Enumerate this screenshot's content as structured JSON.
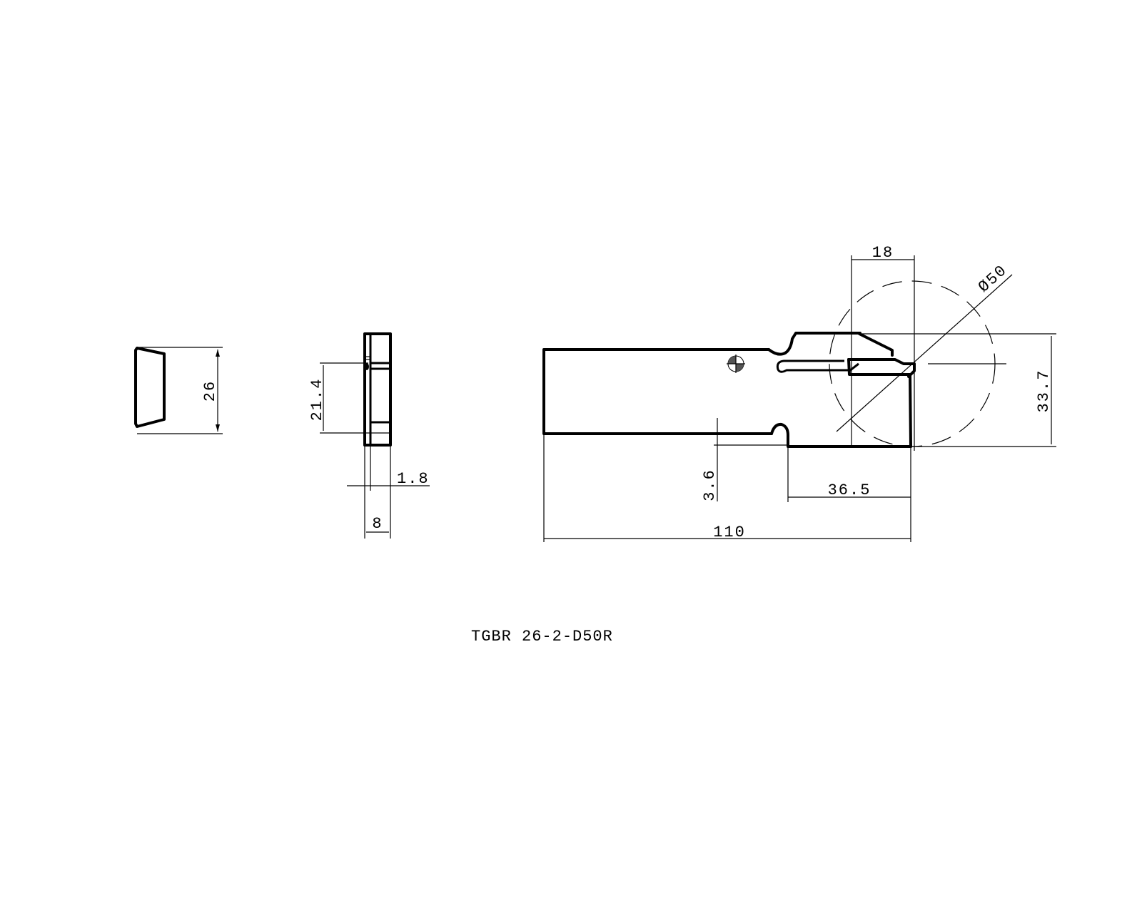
{
  "drawing": {
    "title": "TGBR 26-2-D50R",
    "views": {
      "insert_front": {
        "dimensions": {
          "height": "26"
        }
      },
      "insert_side": {
        "dimensions": {
          "depth": "21.4",
          "edge": "1.8",
          "width": "8"
        }
      },
      "blade_side": {
        "dimensions": {
          "cut_width": "18",
          "diameter": "Ø50",
          "head_height": "33.7",
          "step": "3.6",
          "head_length": "36.5",
          "total_length": "110"
        }
      }
    },
    "colors": {
      "line": "#000000",
      "background": "#ffffff"
    }
  }
}
